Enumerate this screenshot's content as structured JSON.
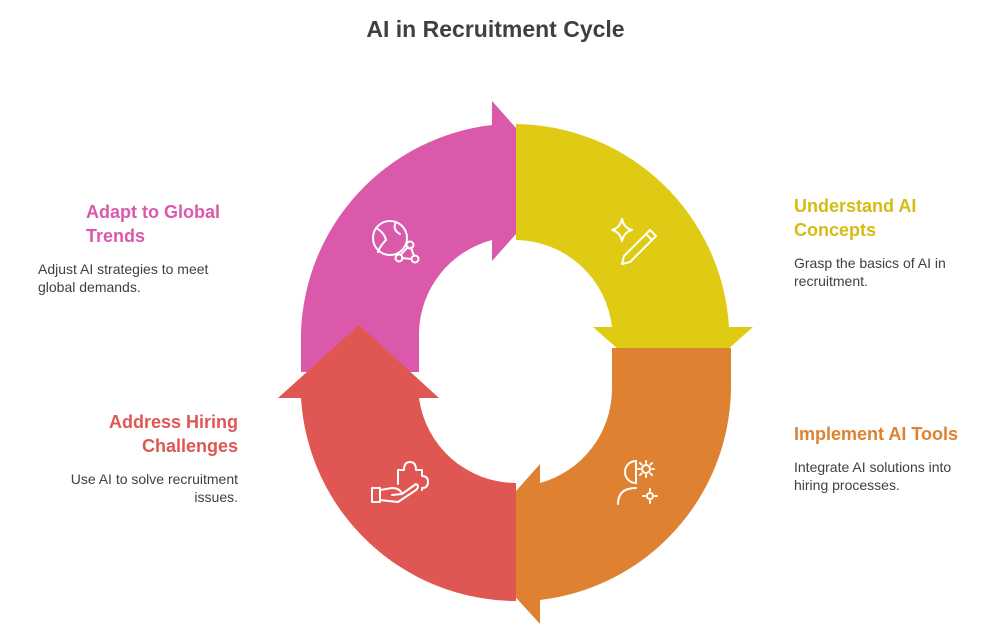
{
  "title": "AI in Recruitment Cycle",
  "colors": {
    "yellow": "#DFCA14",
    "orange": "#DE8131",
    "red": "#E05653",
    "pink": "#DB59AB",
    "title": "#404040",
    "text": "#404040"
  },
  "steps": [
    {
      "heading_line1": "Understand AI",
      "heading_line2": "Concepts",
      "desc_line1": "Grasp the basics of AI in",
      "desc_line2": "recruitment.",
      "icon": "sparkle-pencil-icon",
      "color": "#DFCA14",
      "heading_color": "#D4BC14"
    },
    {
      "heading_line1": "Implement AI Tools",
      "heading_line2": "",
      "desc_line1": "Integrate AI solutions into",
      "desc_line2": "hiring processes.",
      "icon": "person-gear-icon",
      "color": "#DE8131",
      "heading_color": "#DE8131"
    },
    {
      "heading_line1": "Address Hiring",
      "heading_line2": "Challenges",
      "desc_line1": "Use AI to solve recruitment",
      "desc_line2": "issues.",
      "icon": "hand-puzzle-icon",
      "color": "#E05653",
      "heading_color": "#E05653"
    },
    {
      "heading_line1": "Adapt to Global",
      "heading_line2": "Trends",
      "desc_line1": "Adjust AI strategies to meet",
      "desc_line2": "global demands.",
      "icon": "globe-network-icon",
      "color": "#DB59AB",
      "heading_color": "#DB59AB"
    }
  ]
}
